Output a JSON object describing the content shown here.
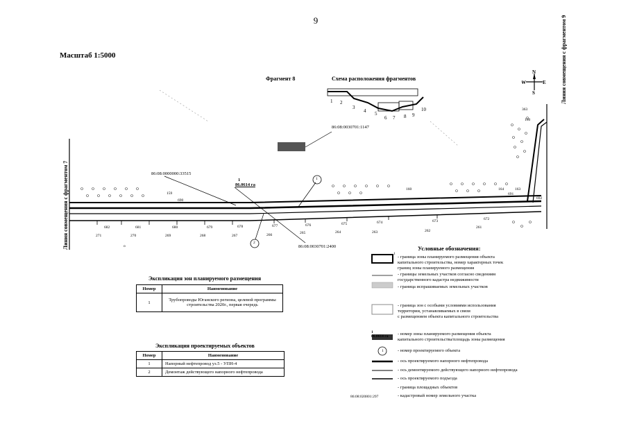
{
  "page_number": "9",
  "scale_label": "Масштаб 1:5000",
  "fragment_title": "Фрагмент 8",
  "scheme_title": "Схема расположения фрагментов",
  "scheme_numbers": [
    "1",
    "2",
    "3",
    "4",
    "5",
    "6",
    "7",
    "8",
    "9",
    "10"
  ],
  "compass": {
    "n": "N",
    "s": "S",
    "e": "E",
    "w": "W"
  },
  "match_line_left": "Линия совмещения с фрагментом 7",
  "match_line_right": "Линия совмещения с фрагментом 9",
  "map_labels": {
    "cad_1147": "86:08:0030701:1147",
    "cad_33515": "86:08:0000000:33515",
    "cad_2400": "86:08:0030701:2400",
    "zone_number": "1",
    "zone_area": "86.0614 га",
    "object_1": "1",
    "object_2": "2",
    "picket_upper": [
      "159",
      "690",
      "160",
      "164",
      "691",
      "163",
      "692"
    ],
    "picket_lower": [
      "682",
      "681",
      "680",
      "679",
      "678",
      "677",
      "676",
      "675",
      "674",
      "673",
      "672"
    ],
    "station_lower": [
      "271",
      "270",
      "269",
      "268",
      "267",
      "266",
      "265",
      "264",
      "263",
      "262",
      "261"
    ],
    "right_top": [
      "363",
      "160"
    ]
  },
  "legend": {
    "title": "Условные обозначения:",
    "items": [
      "- граница зоны планируемого размещения объекта\nкапитального строительства, номер характерных точек\nграниц зоны планируемого размещения",
      "- границы земельных участков согласно сведениям\nгосударственного кадастра недвижимости",
      "- граница испрашиваемых земельных участков",
      "- граница зон с особыми условиями использования\nтерритории, устанавливаемых в связи\nс размещением объекта капитального строительства",
      "- номер зоны планируемого размещения объекта\nкапитального строительства/площадь зоны размещения",
      "- номер проектируемого объекта",
      "- ось проектируемого напорного нефтепровода",
      "- ось демонтируемого действующего напорного нефтепровода",
      "- ось проектируемого подъезда",
      "- граница площадных объектов",
      "- кадастровый номер земельного участка"
    ],
    "sym_zone_label": "1\n86.0614 га",
    "sym_object": "1",
    "sym_cad": "86:08:020801:297",
    "sym_point": "1"
  },
  "table1": {
    "title": "Экспликация зон планируемого размещения",
    "headers": [
      "Номер",
      "Наименование"
    ],
    "rows": [
      [
        "1",
        "Трубопроводы Юганского региона, целевой программы строительства 2020г., первая очередь"
      ]
    ]
  },
  "table2": {
    "title": "Экспликация проектируемых объектов",
    "headers": [
      "Номер",
      "Наименование"
    ],
    "rows": [
      [
        "1",
        "Напорный нефтепровод уз.5 - УПН-4"
      ],
      [
        "2",
        "Демонтаж действующего напорного нефтепровода"
      ]
    ]
  },
  "map_dot": "o"
}
